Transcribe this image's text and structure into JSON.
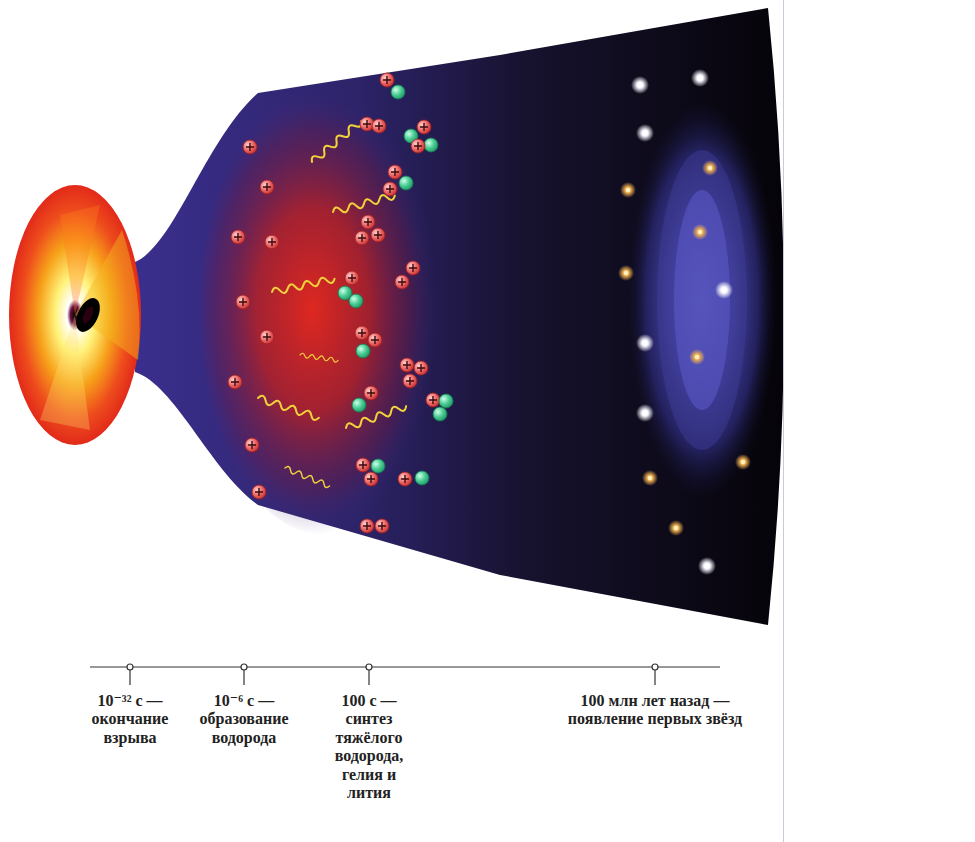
{
  "diagram": {
    "labels": [
      "10⁻³² с — окончание взрыва",
      "10⁻⁶ с — образование водорода",
      "100 с — синтез тяжёлого водорода, гелия и лития",
      "100 млн лет назад — появление первых звёзд"
    ]
  }
}
